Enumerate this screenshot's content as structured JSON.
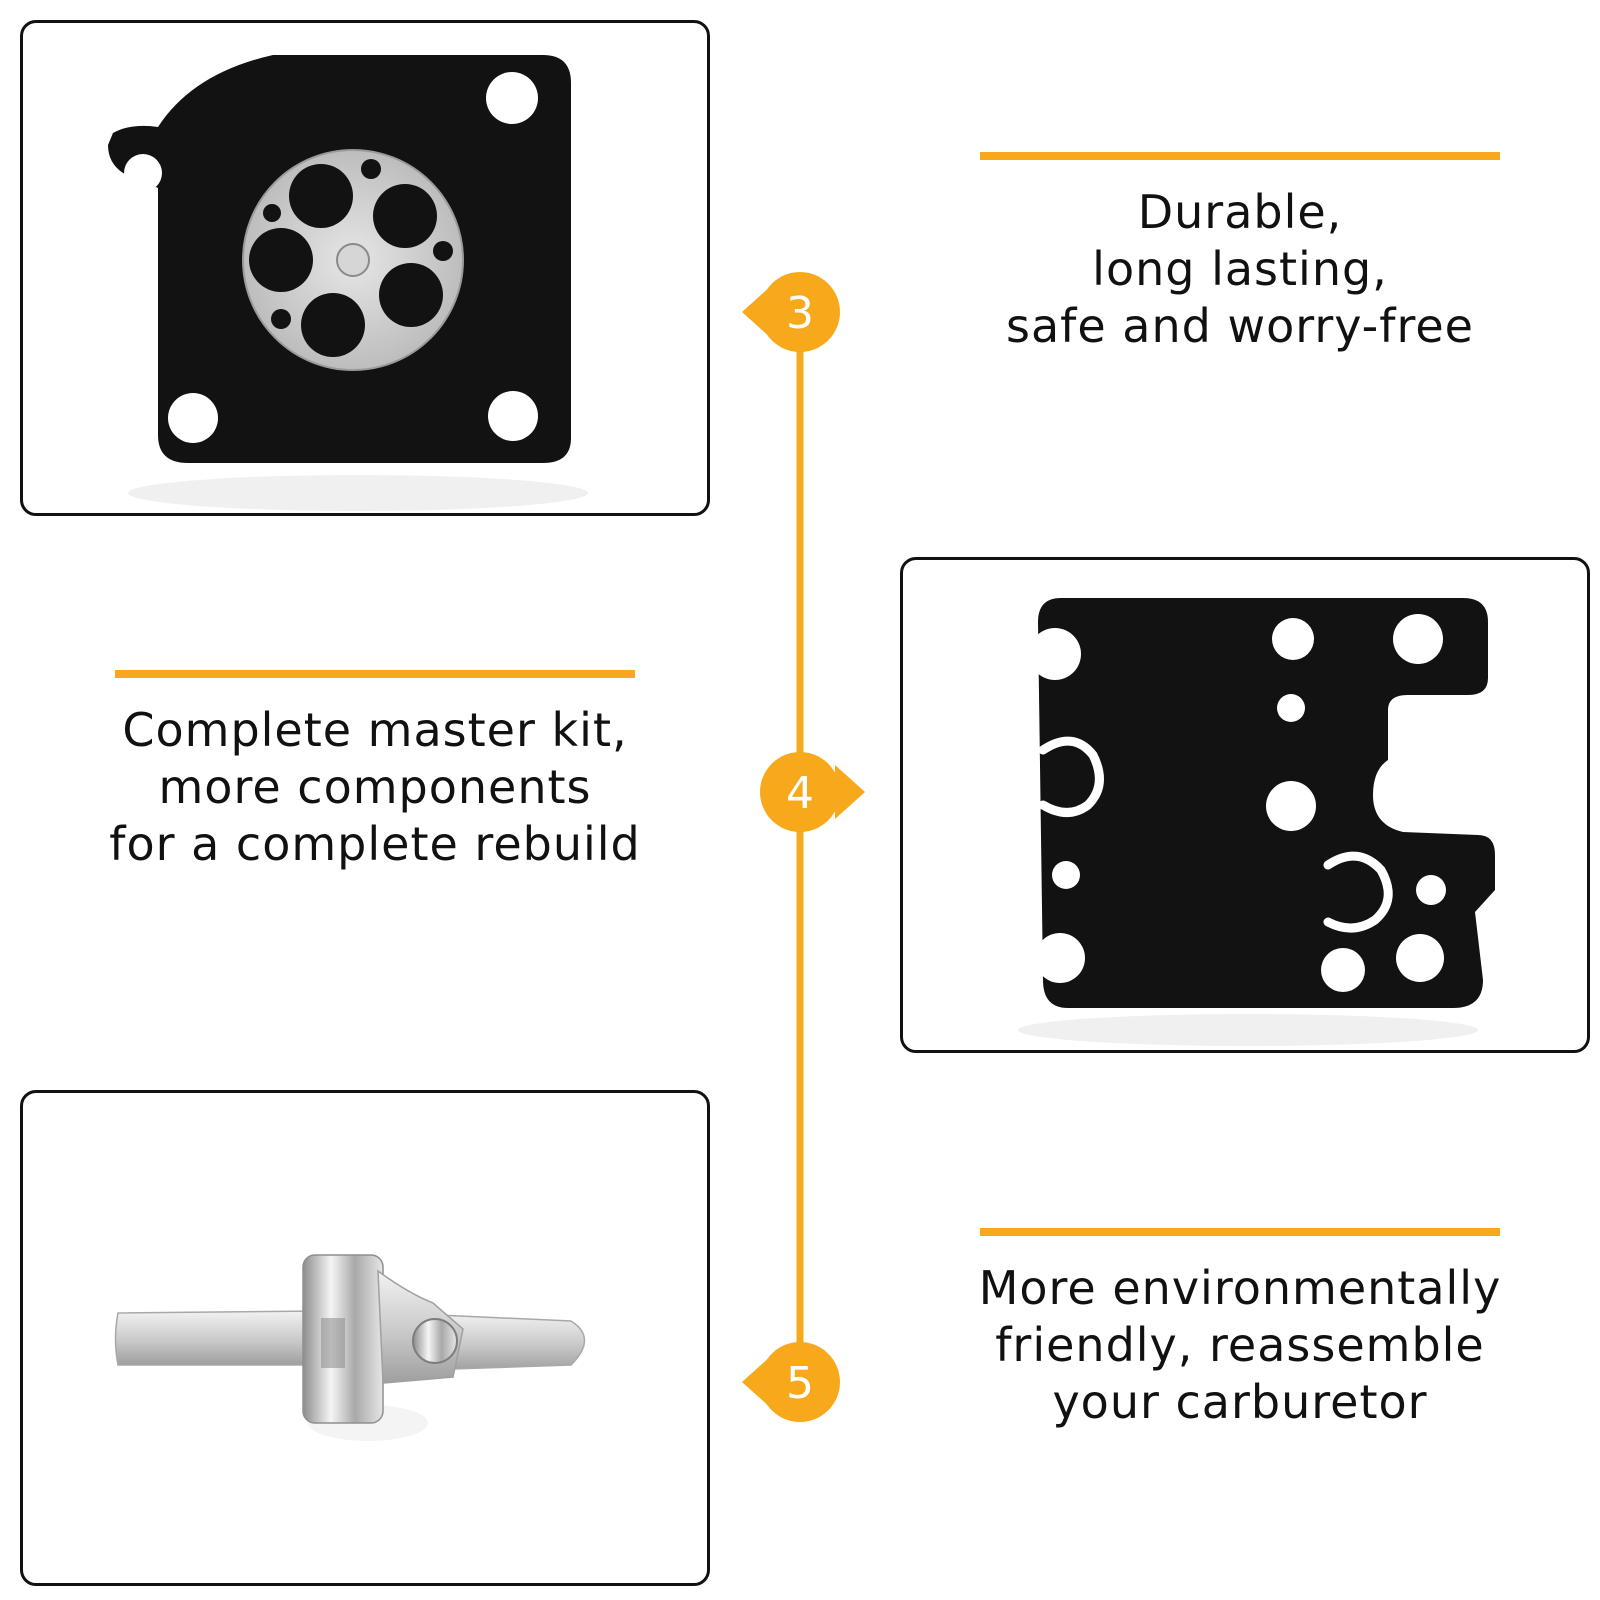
{
  "features": [
    {
      "lines": [
        "Durable,",
        "long lasting,",
        "safe and worry-free"
      ]
    },
    {
      "lines": [
        "Complete master kit,",
        "more components",
        "for a complete rebuild"
      ]
    },
    {
      "lines": [
        "More environmentally",
        "friendly, reassemble",
        "your carburetor"
      ]
    }
  ],
  "steps": [
    "3",
    "4",
    "5"
  ],
  "colors": {
    "accent": "#f7a81b",
    "border": "#111111",
    "gasket": "#121212"
  },
  "icons": [
    "diaphragm-gasket-icon",
    "carburetor-gasket-plate-icon",
    "metal-lever-icon"
  ]
}
